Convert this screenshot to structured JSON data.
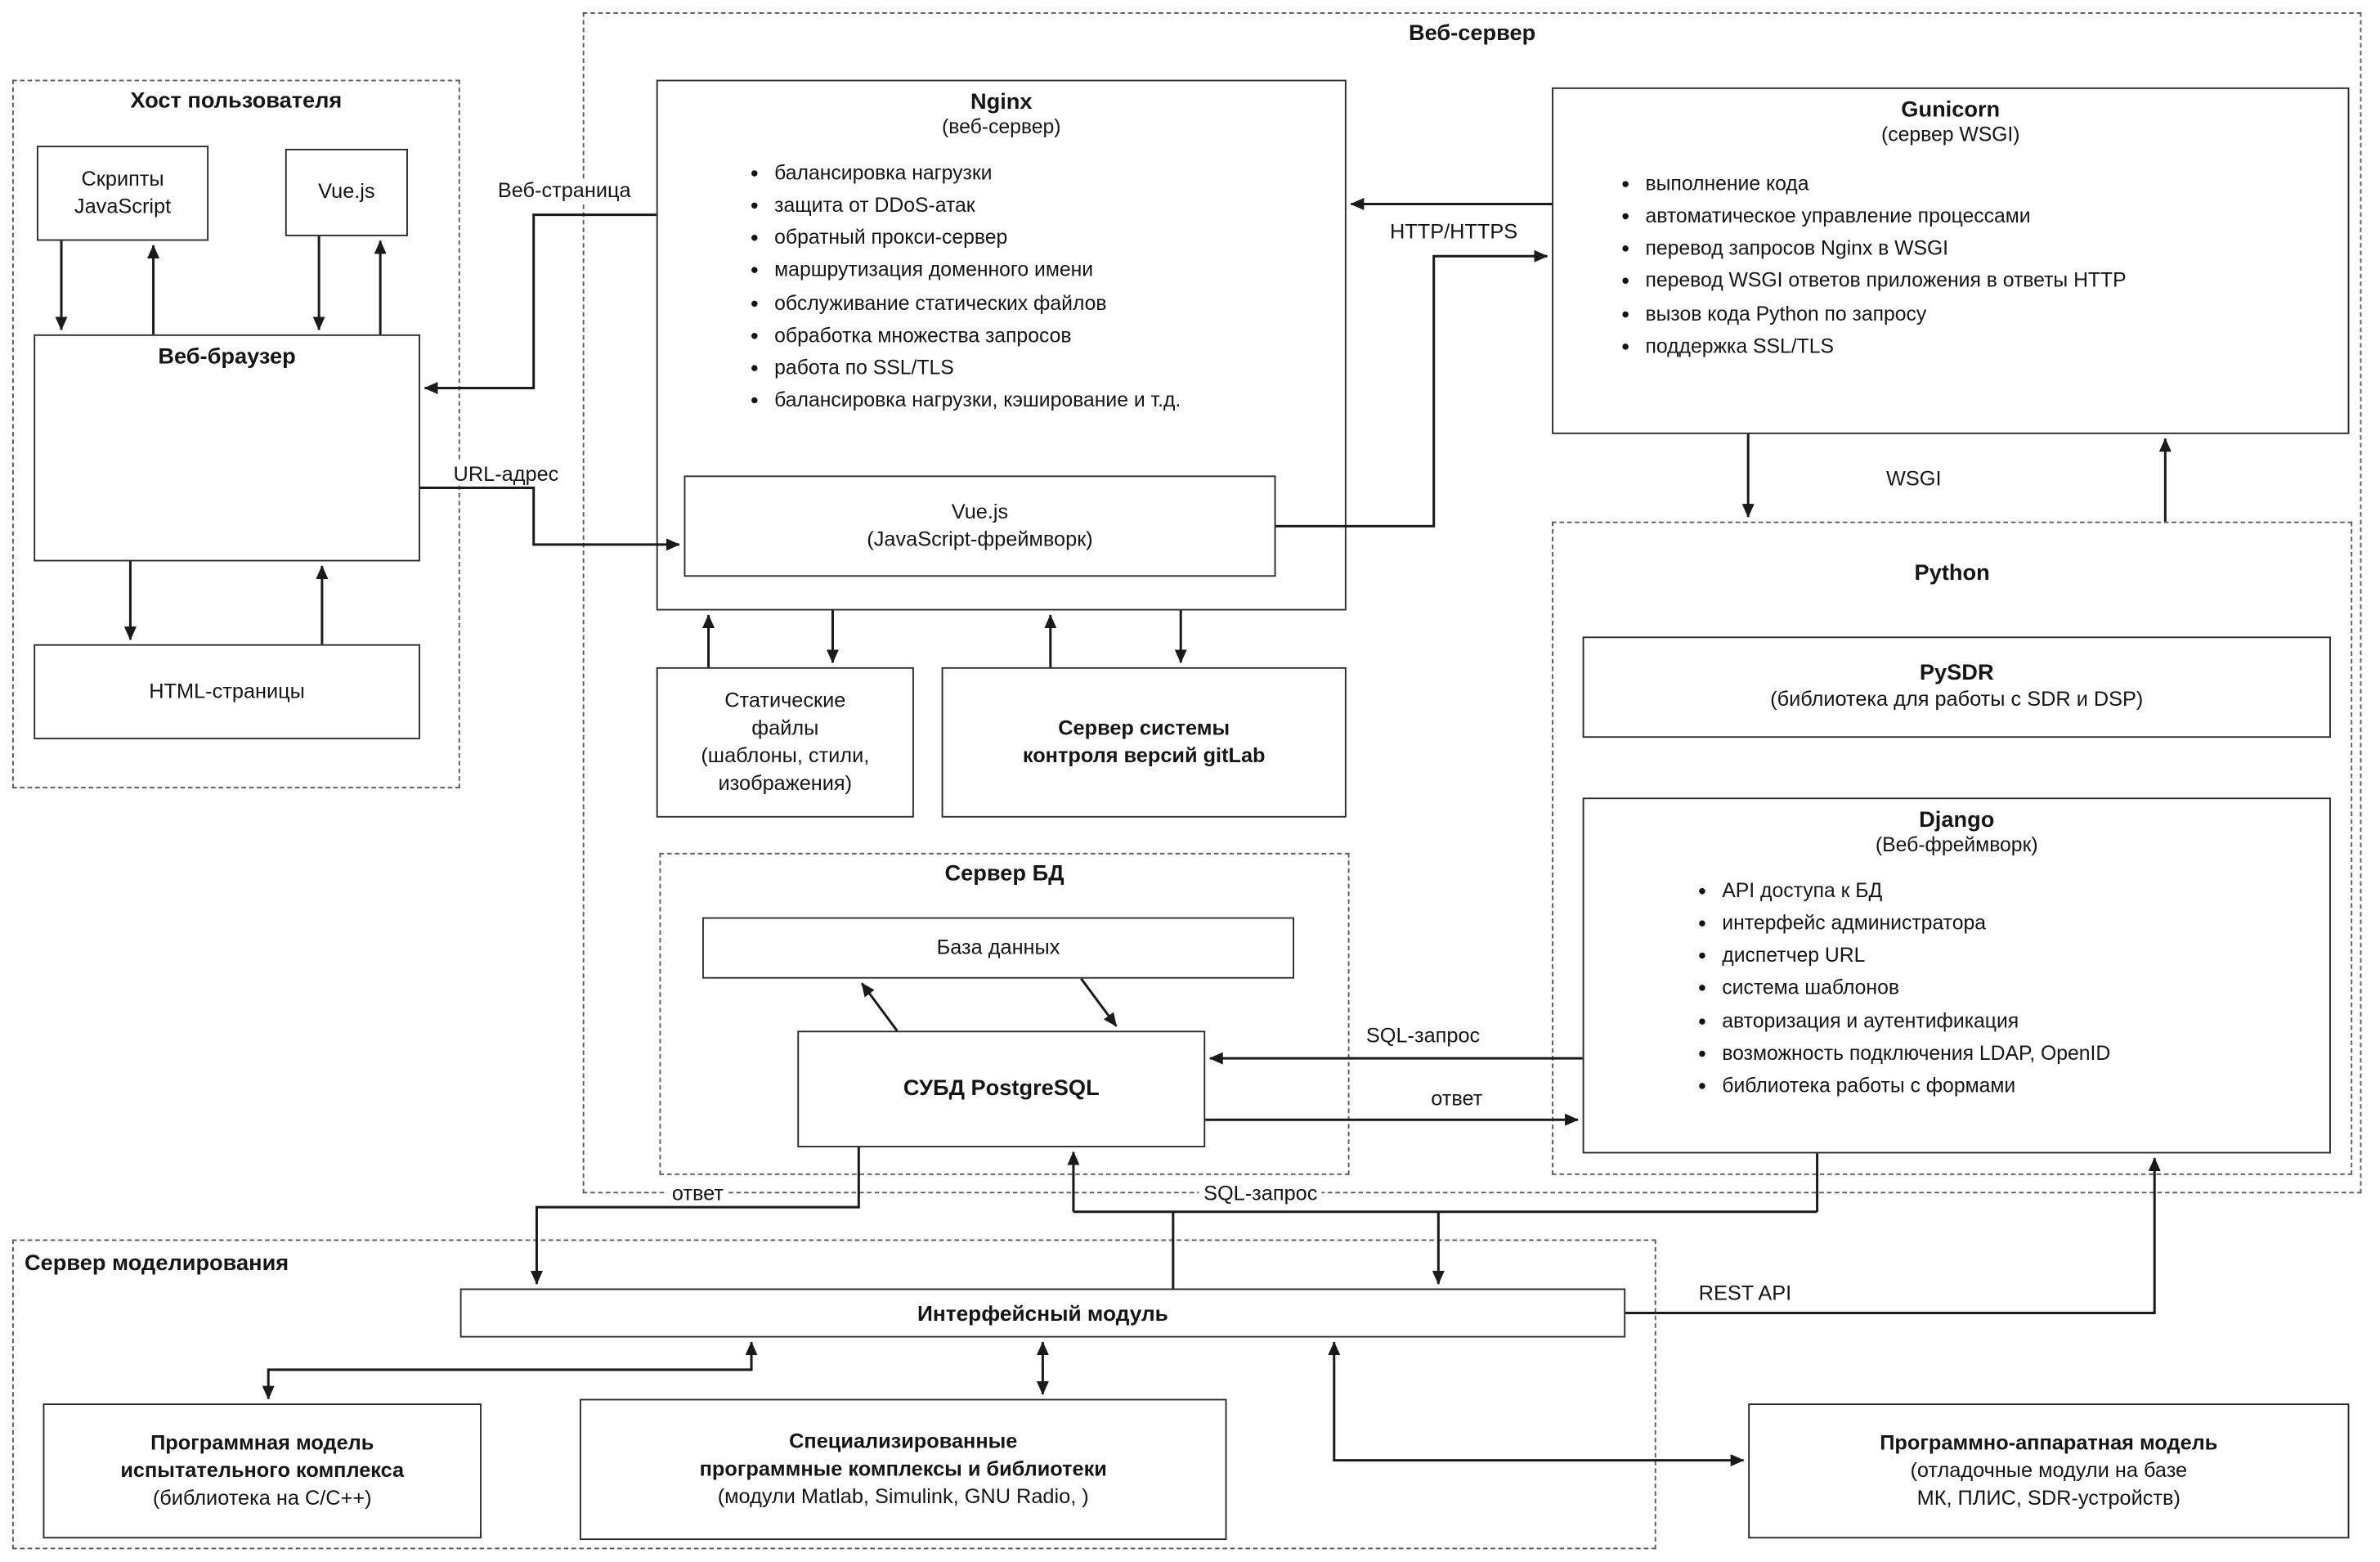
{
  "host": {
    "title": "Хост пользователя",
    "scripts_js_line1": "Скрипты",
    "scripts_js_line2": "JavaScript",
    "vuejs": "Vue.js",
    "browser": "Веб-браузер",
    "html_pages": "HTML-страницы"
  },
  "webserver": {
    "title": "Веб-сервер",
    "nginx": {
      "title": "Nginx",
      "subtitle": "(веб-сервер)",
      "bullets": [
        "балансировка нагрузки",
        "защита от DDoS-атак",
        "обратный прокси-сервер",
        "маршрутизация доменного имени",
        "обслуживание статических файлов",
        "обработка множества запросов",
        "работа по SSL/TLS",
        "балансировка нагрузки, кэширование и т.д."
      ],
      "vue_framework": {
        "title": "Vue.js",
        "subtitle": "(JavaScript-фреймворк)"
      }
    },
    "gunicorn": {
      "title": "Gunicorn",
      "subtitle": "(сервер WSGI)",
      "bullets": [
        "выполнение кода",
        "автоматическое управление процессами",
        "перевод запросов Nginx в WSGI",
        "перевод WSGI ответов приложения в ответы HTTP",
        "вызов кода Python по запросу",
        "поддержка SSL/TLS"
      ]
    },
    "static_files": {
      "line1": "Статические",
      "line2": "файлы",
      "line3": "(шаблоны, стили,",
      "line4": "изображения)"
    },
    "gitlab": {
      "line1": "Сервер системы",
      "line2": "контроля версий  gitLab"
    },
    "python": {
      "title": "Python",
      "pysdr": {
        "title": "PySDR",
        "subtitle": "(библиотека для работы с SDR и DSP)"
      },
      "django": {
        "title": "Django",
        "subtitle": "(Веб-фреймворк)",
        "bullets": [
          "API доступа к БД",
          "интерфейс администратора",
          "диспетчер URL",
          "система шаблонов",
          "авторизация и аутентификация",
          "возможность подключения LDAP, OpenID",
          "библиотека работы с формами"
        ]
      }
    }
  },
  "db_server": {
    "title": "Сервер БД",
    "database": "База данных",
    "dbms": "СУБД PostgreSQL"
  },
  "modeling": {
    "title": "Сервер моделирования",
    "interface_module": "Интерфейсный модуль",
    "prog_model": {
      "line1": "Программная модель",
      "line2": "испытательного комплекса",
      "line3": "(библиотека на С/С++)"
    },
    "spec_complex": {
      "line1": "Специализированные",
      "line2": "программные комплексы и библиотеки",
      "line3": "(модули Matlab, Simulink, GNU  Radio, )"
    }
  },
  "hw_model": {
    "line1": "Программно-аппаратная модель",
    "line2": "(отладочные модули на базе",
    "line3": "МК, ПЛИС, SDR-устройств)"
  },
  "edge_labels": {
    "web_page": "Веб-страница",
    "url_address": "URL-адрес",
    "http_https": "HTTP/HTTPS",
    "wsgi": "WSGI",
    "sql_query_top": "SQL-запрос",
    "response_top": "ответ",
    "response_bottom": "ответ",
    "sql_query_bottom": "SQL-запрос",
    "rest_api": "REST API"
  },
  "colors": {
    "line": "#1a1a1a",
    "border": "#2a2a2a",
    "dashed_border": "#5a5a5a",
    "background": "#ffffff"
  }
}
